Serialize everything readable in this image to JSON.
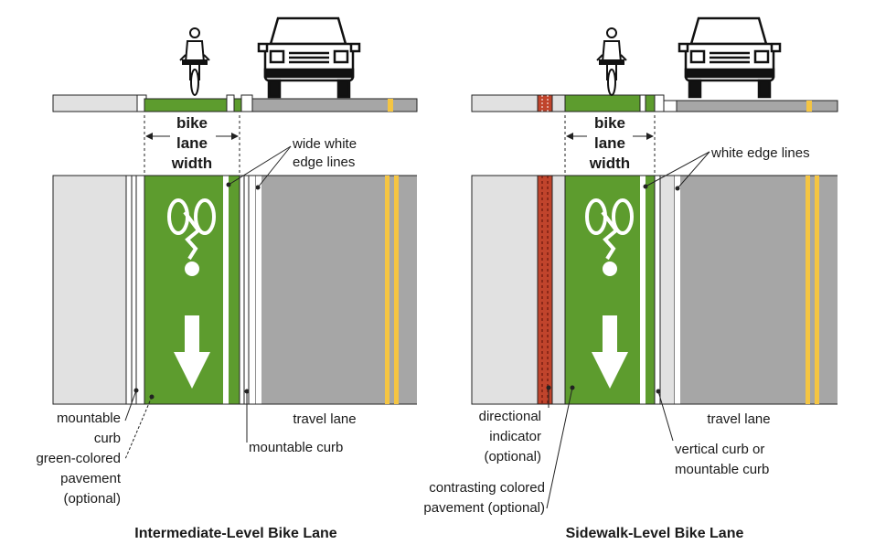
{
  "colors": {
    "green": "#5d9c2e",
    "asphalt": "#a6a6a6",
    "sidewalk": "#e1e1e1",
    "yellow": "#f5c542",
    "red_buffer": "#c0442c",
    "line": "#222222"
  },
  "icons": [
    "bicyclist-icon",
    "car-icon",
    "bike-symbol-icon",
    "arrow-down-icon"
  ],
  "left": {
    "title": "Intermediate-Level Bike Lane",
    "width_label": [
      "bike",
      "lane",
      "width"
    ],
    "edge_lines_label": [
      "wide white",
      "edge lines"
    ],
    "mountable_curb_left": [
      "mountable",
      "curb"
    ],
    "green_pavement": [
      "green-colored",
      "pavement",
      "(optional)"
    ],
    "mountable_curb_right": "mountable curb",
    "travel_lane": "travel lane"
  },
  "right": {
    "title": "Sidewalk-Level Bike Lane",
    "width_label": [
      "bike",
      "lane",
      "width"
    ],
    "edge_lines_label": "white edge lines",
    "directional": [
      "directional",
      "indicator",
      "(optional)"
    ],
    "contrasting": [
      "contrasting colored",
      "pavement (optional)"
    ],
    "vertical_curb": [
      "vertical curb or",
      "mountable curb"
    ],
    "travel_lane": "travel lane"
  }
}
